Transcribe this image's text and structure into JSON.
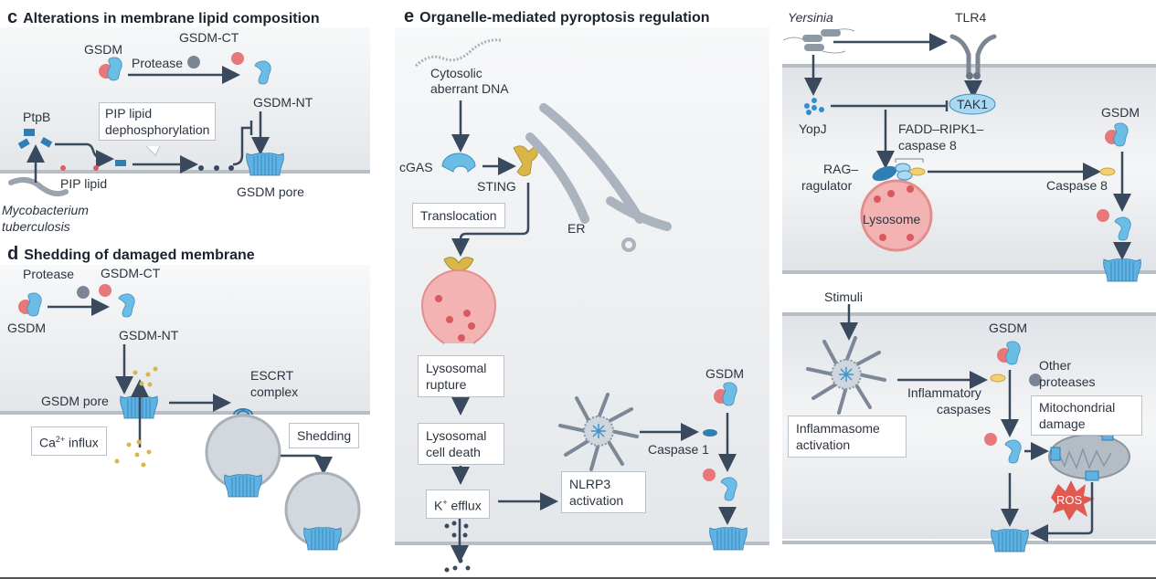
{
  "panels": {
    "c": {
      "letter": "c",
      "title": "Alterations in membrane lipid composition",
      "labels": {
        "gsdm": "GSDM",
        "gsdm_ct": "GSDM-CT",
        "protease": "Protease",
        "gsdm_nt": "GSDM-NT",
        "ptpb": "PtpB",
        "pip_lipid": "PIP lipid",
        "gsdm_pore": "GSDM pore",
        "organism_line1": "Mycobacterium",
        "organism_line2": "tuberculosis"
      },
      "callout": [
        "PIP lipid",
        "dephosphorylation"
      ]
    },
    "d": {
      "letter": "d",
      "title": "Shedding of damaged membrane",
      "labels": {
        "protease": "Protease",
        "gsdm_ct": "GSDM-CT",
        "gsdm": "GSDM",
        "gsdm_nt": "GSDM-NT",
        "gsdm_pore": "GSDM pore",
        "escrt_line1": "ESCRT",
        "escrt_line2": "complex",
        "ca_influx_prefix": "Ca",
        "ca_influx_sup": "2+",
        "ca_influx_suffix": " influx",
        "shedding": "Shedding"
      }
    },
    "e": {
      "letter": "e",
      "title": "Organelle-mediated pyroptosis regulation",
      "labels": {
        "dna_line1": "Cytosolic",
        "dna_line2": "aberrant DNA",
        "cgas": "cGAS",
        "sting": "STING",
        "er": "ER",
        "caspase1": "Caspase 1",
        "gsdm": "GSDM"
      },
      "boxes": {
        "translocation": "Translocation",
        "rupture_line1": "Lysosomal",
        "rupture_line2": "rupture",
        "death_line1": "Lysosomal",
        "death_line2": "cell death",
        "k_prefix": "K",
        "k_sup": "+",
        "k_suffix": " efflux",
        "nlrp3_line1": "NLRP3",
        "nlrp3_line2": "activation"
      }
    },
    "f_top": {
      "labels": {
        "yersinia": "Yersinia",
        "tlr4": "TLR4",
        "tak1": "TAK1",
        "yopj": "YopJ",
        "fadd_line1": "FADD–RIPK1–",
        "fadd_line2": "caspase 8",
        "rag_line1": "RAG–",
        "rag_line2": "ragulator",
        "lysosome": "Lysosome",
        "caspase8": "Caspase 8",
        "gsdm": "GSDM"
      }
    },
    "f_bottom": {
      "labels": {
        "stimuli": "Stimuli",
        "gsdm": "GSDM",
        "other_line1": "Other",
        "other_line2": "proteases",
        "infl_line1": "Inflammatory",
        "infl_line2": "caspases",
        "ros": "ROS"
      },
      "boxes": {
        "inflammasome_line1": "Inflammasome",
        "inflammasome_line2": "activation",
        "mito_line1": "Mitochondrial",
        "mito_line2": "damage"
      }
    }
  },
  "colors": {
    "gsdm_blue": "#6bbde6",
    "gsdm_red": "#e8777a",
    "arrow": "#3a4a5e",
    "membrane": "#b8bec6",
    "cytosol": "#e9ecef",
    "lysosome": "#f4b3b3",
    "sting_gold": "#d9b54a",
    "ros_red": "#e05a52"
  }
}
